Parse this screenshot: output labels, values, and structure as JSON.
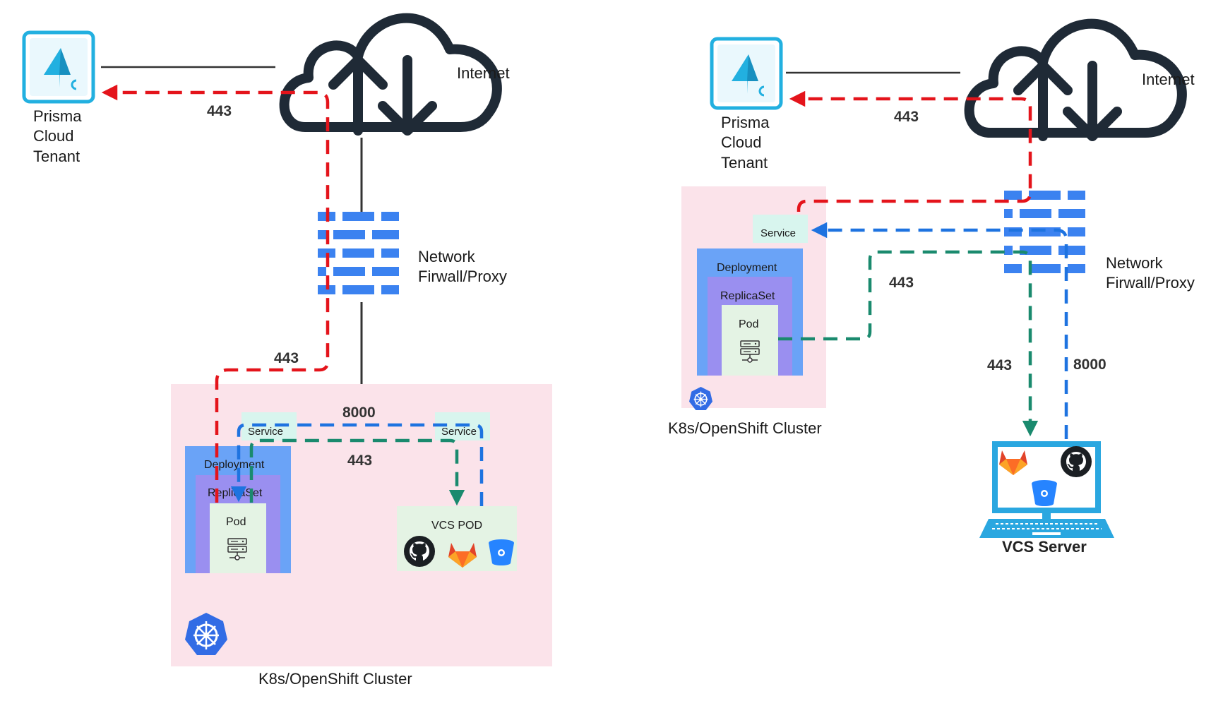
{
  "colors": {
    "cluster_bg": "#fbe3ea",
    "deployment": "#6aa3f7",
    "replicaset": "#9a8ff0",
    "pod": "#e4f3e4",
    "service": "#d8f5ee",
    "firewall": "#3b82f0",
    "cloud": "#1f2a36",
    "red_flow": "#e4141b",
    "blue_flow": "#1e73e0",
    "green_flow": "#1a8a6e",
    "prisma": "#22b0e0",
    "k8s": "#326ce5",
    "vcs_server": "#2aa7e0"
  },
  "left": {
    "prisma_label": [
      "Prisma",
      "Cloud",
      "Tenant"
    ],
    "internet_label": "Internet",
    "firewall_label": [
      "Network",
      "Firwall/Proxy"
    ],
    "cluster_label": "K8s/OpenShift Cluster",
    "port_internet": "443",
    "port_cluster_out": "443",
    "port_blue": "8000",
    "port_green": "443",
    "service1_label": "Service",
    "service2_label": "Service",
    "deployment_label": "Deployment",
    "replicaset_label": "ReplicaSet",
    "pod_label": "Pod",
    "vcs_pod_label": "VCS POD",
    "vcs_icons": [
      "github-icon",
      "gitlab-icon",
      "bitbucket-icon"
    ]
  },
  "right": {
    "prisma_label": [
      "Prisma",
      "Cloud",
      "Tenant"
    ],
    "internet_label": "Internet",
    "firewall_label": [
      "Network",
      "Firwall/Proxy"
    ],
    "cluster_label": "K8s/OpenShift Cluster",
    "port_internet": "443",
    "port_green_mid": "443",
    "port_green_down": "443",
    "port_blue_down": "8000",
    "service_label": "Service",
    "deployment_label": "Deployment",
    "replicaset_label": "ReplicaSet",
    "pod_label": "Pod",
    "vcs_server_label": "VCS Server",
    "vcs_icons": [
      "gitlab-icon",
      "github-icon",
      "bitbucket-icon"
    ]
  }
}
